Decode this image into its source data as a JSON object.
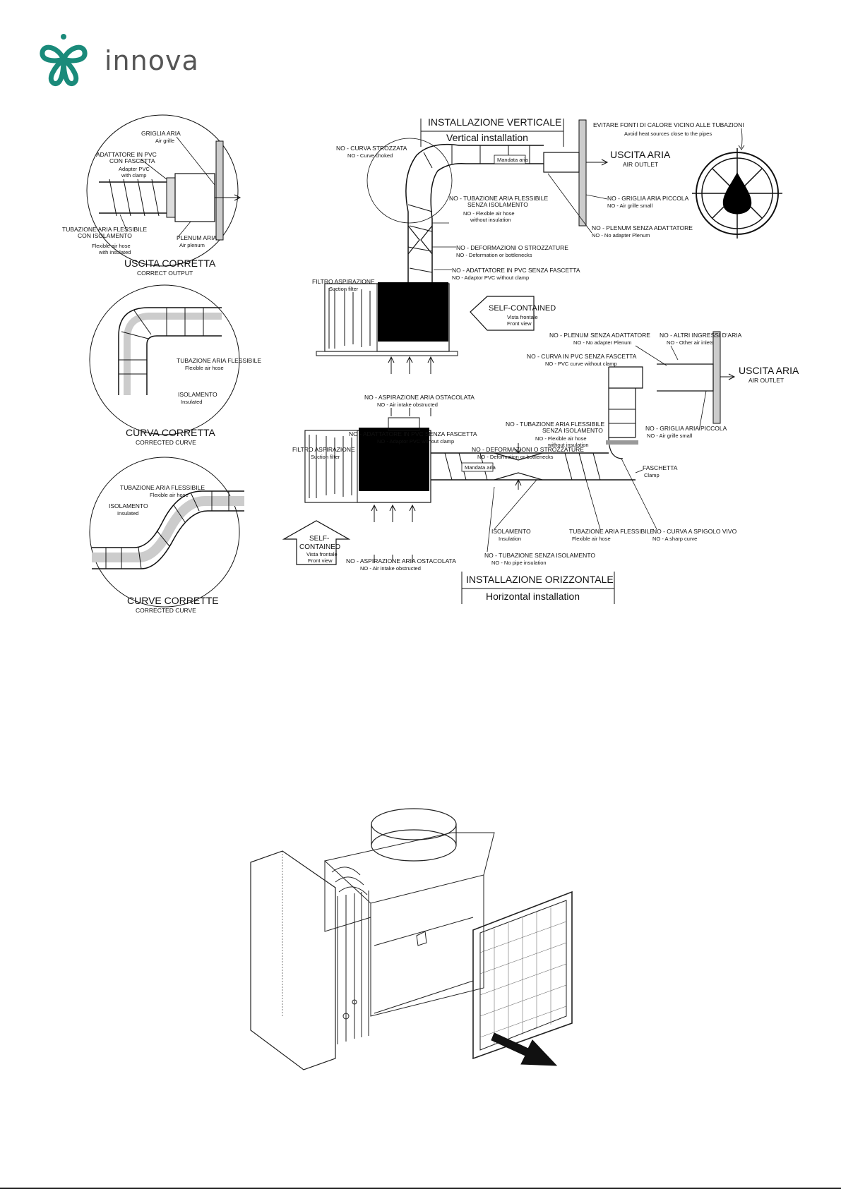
{
  "brand": {
    "name": "innova",
    "color": "#1a8a7a"
  },
  "left_panels": [
    {
      "title": "USCITA CORRETTA",
      "subtitle": "CORRECT OUTPUT",
      "labels": [
        {
          "it": "GRIGLIA ARIA",
          "en": "Air grille"
        },
        {
          "it": "ADATTATORE IN PVC",
          "it2": "CON FASCETTA",
          "en": "Adapter PVC",
          "en2": "with clamp"
        },
        {
          "it": "TUBAZIONE ARIA FLESSIBILE",
          "it2": "CON ISOLAMENTO",
          "en": "Flexible air hose",
          "en2": "with insulated"
        },
        {
          "it": "PLENUM ARIA",
          "en": "Air plenum"
        }
      ]
    },
    {
      "title": "CURVA CORRETTA",
      "subtitle": "CORRECTED CURVE",
      "labels": [
        {
          "it": "TUBAZIONE ARIA FLESSIBILE",
          "en": "Flexible air hose"
        },
        {
          "it": "ISOLAMENTO",
          "en": "Insulated"
        }
      ]
    },
    {
      "title": "CURVE CORRETTE",
      "subtitle": "CORRECTED CURVE",
      "labels": [
        {
          "it": "TUBAZIONE ARIA FLESSIBILE",
          "en": "Flexible air hose"
        },
        {
          "it": "ISOLAMENTO",
          "en": "Insulated"
        }
      ]
    }
  ],
  "vertical": {
    "title": "INSTALLAZIONE VERTICALE",
    "subtitle": "Vertical installation",
    "heat_warning": {
      "it": "EVITARE FONTI DI CALORE VICINO ALLE TUBAZIONI",
      "en": "Avoid heat sources close to the pipes"
    },
    "outlet": {
      "it": "USCITA ARIA",
      "en": "AIR OUTLET"
    },
    "hose_tag": "Mandata aria",
    "notes": [
      {
        "it": "NO - CURVA STROZZATA",
        "en": "NO - Curve choked"
      },
      {
        "it": "NO - TUBAZIONE ARIA FLESSIBILE",
        "it2": "SENZA ISOLAMENTO",
        "en": "NO - Flexible air hose",
        "en2": "without insulation"
      },
      {
        "it": "NO - GRIGLIA ARIA PICCOLA",
        "en": "NO - Air grille small"
      },
      {
        "it": "NO - PLENUM SENZA ADATTATORE",
        "en": "NO - No adapter Plenum"
      },
      {
        "it": "NO - DEFORMAZIONI O STROZZATURE",
        "en": "NO - Deformation or bottlenecks"
      },
      {
        "it": "NO - ADATTATORE IN PVC SENZA FASCETTA",
        "en": "NO - Adaptor PVC without clamp"
      },
      {
        "it": "FILTRO ASPIRAZIONE",
        "en": "Suction filter"
      },
      {
        "it": "NO - ASPIRAZIONE ARIA OSTACOLATA",
        "en": "NO - Air intake obstructed"
      }
    ],
    "self_contained": {
      "title": "SELF-CONTAINED",
      "it": "Vista frontale",
      "en": "Front view"
    }
  },
  "horizontal": {
    "title": "INSTALLAZIONE ORIZZONTALE",
    "subtitle": "Horizontal installation",
    "outlet": {
      "it": "USCITA ARIA",
      "en": "AIR OUTLET"
    },
    "hose_tag": "Mandata aria",
    "notes": [
      {
        "it": "NO - PLENUM SENZA ADATTATORE",
        "en": "NO - No adapter Plenum"
      },
      {
        "it": "NO - ALTRI INGRESSI D'ARIA",
        "en": "NO - Other air inlets"
      },
      {
        "it": "NO - CURVA IN PVC SENZA FASCETTA",
        "en": "NO - PVC curve without clamp"
      },
      {
        "it": "NO - TUBAZIONE ARIA FLESSIBILE",
        "it2": "SENZA ISOLAMENTO",
        "en": "NO - Flexible air hose",
        "en2": "without insulation"
      },
      {
        "it": "NO - GRIGLIA ARIA PICCOLA",
        "en": "NO - Air grille small"
      },
      {
        "it": "NO - ADATTATORE IN PVC SENZA FASCETTA",
        "en": "NO - Adaptor PVC without clamp"
      },
      {
        "it": "FILTRO ASPIRAZIONE",
        "en": "Suction filter"
      },
      {
        "it": "NO - DEFORMAZIONI O STROZZATURE",
        "en": "NO - Deformation or bottlenecks"
      },
      {
        "it": "FASCHETTA",
        "en": "Clamp"
      },
      {
        "it": "ISOLAMENTO",
        "en": "Insulation"
      },
      {
        "it": "TUBAZIONE ARIA FLESSIBILE",
        "en": "Flexible air hose"
      },
      {
        "it": "NO - CURVA A SPIGOLO VIVO",
        "en": "NO - A sharp curve"
      },
      {
        "it": "NO - TUBAZIONE SENZA ISOLAMENTO",
        "en": "NO - No pipe insulation"
      },
      {
        "it": "NO - ASPIRAZIONE ARIA OSTACOLATA",
        "en": "NO - Air intake obstructed"
      }
    ],
    "self_contained": {
      "line1": "SELF-",
      "line2": "CONTAINED",
      "it": "Vista frontale",
      "en": "Front view"
    }
  }
}
